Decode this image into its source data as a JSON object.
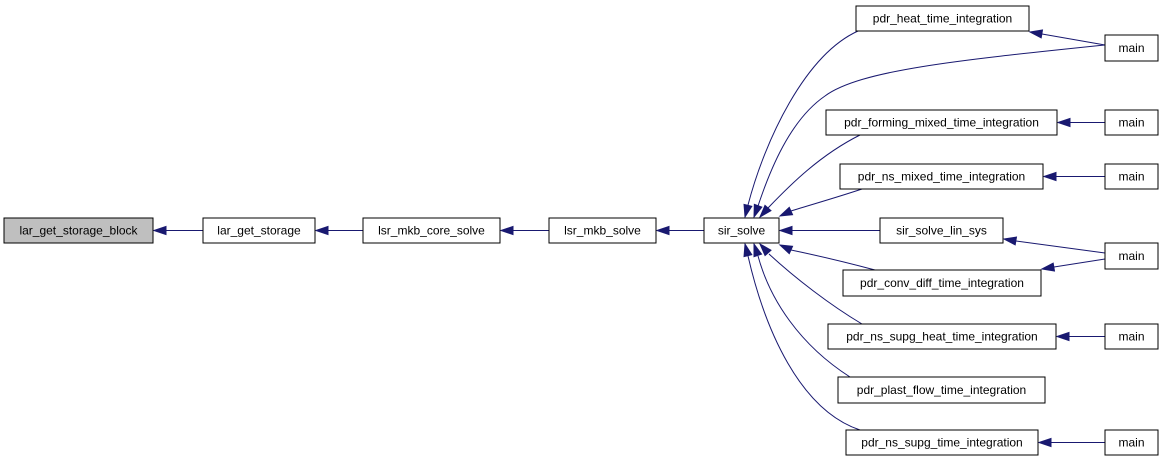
{
  "graph": {
    "type": "call-graph",
    "edge_color": "#191970",
    "root_fill": "#bfbfbf",
    "nodes": {
      "n0": "lar_get_storage_block",
      "n1": "lar_get_storage",
      "n2": "lsr_mkb_core_solve",
      "n3": "lsr_mkb_solve",
      "n4": "sir_solve",
      "n5": "pdr_heat_time_integration",
      "n6": "pdr_forming_mixed_time_integration",
      "n7": "pdr_ns_mixed_time_integration",
      "n8": "sir_solve_lin_sys",
      "n9": "pdr_conv_diff_time_integration",
      "n10": "pdr_ns_supg_heat_time_integration",
      "n11": "pdr_plast_flow_time_integration",
      "n12": "pdr_ns_supg_time_integration",
      "m1": "main",
      "m2": "main",
      "m3": "main",
      "m4": "main",
      "m5": "main",
      "m6": "main"
    },
    "edges": [
      [
        "n1",
        "n0"
      ],
      [
        "n2",
        "n1"
      ],
      [
        "n3",
        "n2"
      ],
      [
        "n4",
        "n3"
      ],
      [
        "n5",
        "n4"
      ],
      [
        "m1",
        "n4"
      ],
      [
        "n6",
        "n4"
      ],
      [
        "n7",
        "n4"
      ],
      [
        "n8",
        "n4"
      ],
      [
        "n9",
        "n4"
      ],
      [
        "n10",
        "n4"
      ],
      [
        "n11",
        "n4"
      ],
      [
        "n12",
        "n4"
      ],
      [
        "m1",
        "n5"
      ],
      [
        "m2",
        "n6"
      ],
      [
        "m3",
        "n7"
      ],
      [
        "m4",
        "n8"
      ],
      [
        "m4",
        "n9"
      ],
      [
        "m5",
        "n10"
      ],
      [
        "m6",
        "n12"
      ]
    ]
  }
}
